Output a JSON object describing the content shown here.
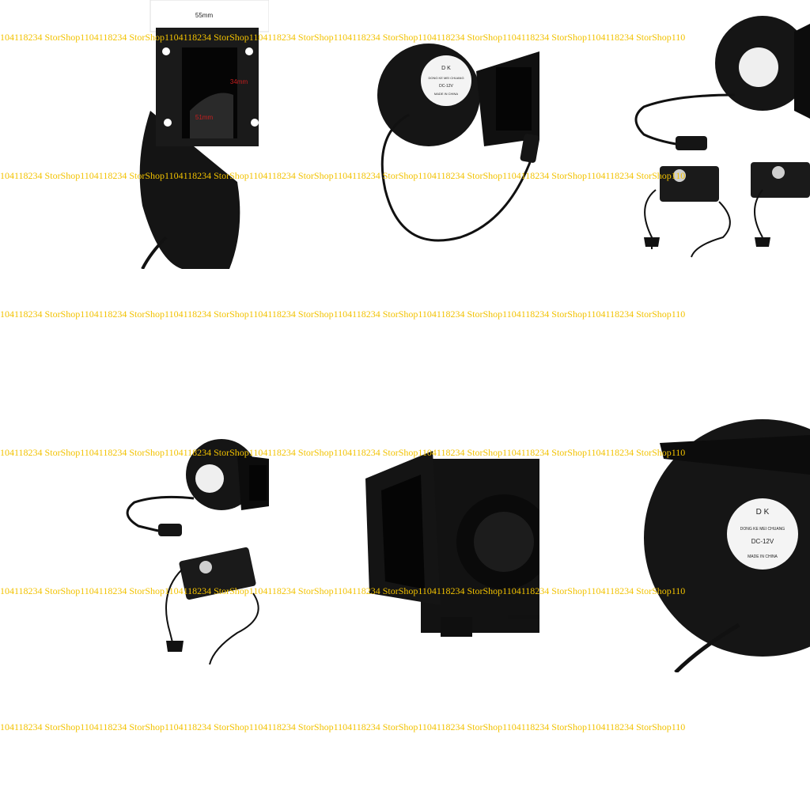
{
  "watermark": {
    "text": "104118234 StorShop1104118234 StorShop1104118234 StorShop1104118234 StorShop1104118234 StorShop1104118234 StorShop1104118234 StorShop1104118234 StorShop110",
    "color": "#f2c200"
  },
  "photos": [
    {
      "subject": "blower fan outlet with dimension marks",
      "dimensions": {
        "width": "55mm",
        "height": "34mm",
        "inner": "51mm"
      }
    },
    {
      "subject": "blower fan side view with label and DC cable",
      "fan_label": {
        "brand": "D K",
        "line1": "DONG KE MEI CHUANG",
        "line2": "DC-12V",
        "line3": "MADE IN CHINA"
      }
    },
    {
      "subject": "blower fan with cable and two speed-controller power adapters"
    },
    {
      "subject": "blower fan with speed-controller power adapter"
    },
    {
      "subject": "blower fan close-up of rectangular outlet"
    },
    {
      "subject": "blower fan close-up of label",
      "fan_label": {
        "brand": "D K",
        "line1": "DONG KE MEI CHUANG",
        "line2": "DC-12V",
        "line3": "MADE IN CHINA"
      }
    }
  ]
}
